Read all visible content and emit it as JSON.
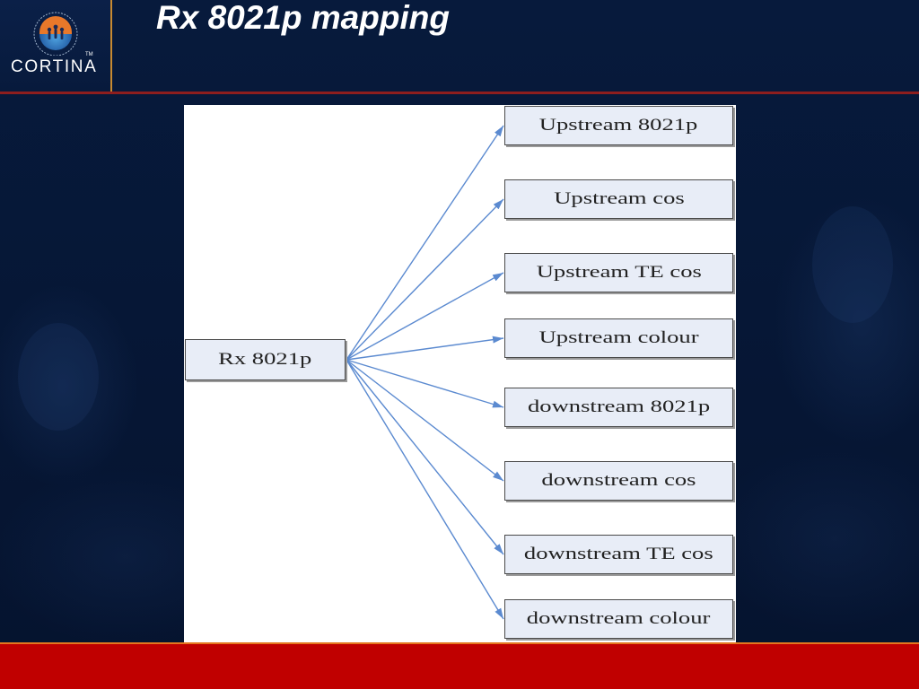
{
  "slide": {
    "title": "Rx 8021p mapping"
  },
  "logo": {
    "wordmark": "CORTINA",
    "trademark": "TM"
  },
  "diagram": {
    "source": "Rx 8021p",
    "targets": [
      "Upstream 8021p",
      "Upstream cos",
      "Upstream TE cos",
      "Upstream colour",
      "downstream 8021p",
      "downstream cos",
      "downstream TE cos",
      "downstream colour"
    ]
  },
  "colors": {
    "background": "#061838",
    "header_rule": "#8E1E1E",
    "logo_rule": "#C88A30",
    "footer_band": "#C00000",
    "footer_accent": "#E5761E",
    "box_fill": "#E8EDF7",
    "arrow": "#5B8AD0"
  }
}
